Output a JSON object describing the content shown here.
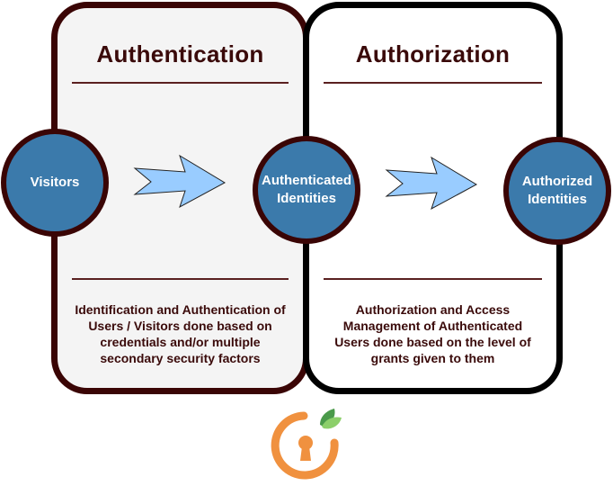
{
  "panels": {
    "authentication": {
      "title": "Authentication",
      "description": "Identification and Authentication of Users / Visitors done based on credentials and/or multiple secondary security factors",
      "description_lines": [
        "Identification and Authentication of",
        "Users / Visitors done based on",
        "credentials and/or multiple",
        "secondary security factors"
      ],
      "border_color": "#3a0505",
      "background": "#f4f4f4"
    },
    "authorization": {
      "title": "Authorization",
      "description": "Authorization and Access Management of Authenticated Users done based on the level of grants given to them",
      "description_lines": [
        "Authorization and Access",
        "Management of Authenticated",
        "Users done based on the level of",
        "grants given to them"
      ],
      "border_color": "#000000",
      "background": "#ffffff"
    }
  },
  "nodes": [
    {
      "id": "visitors",
      "label_lines": [
        "Visitors"
      ]
    },
    {
      "id": "authenticated",
      "label_lines": [
        "Authenticated",
        "Identities"
      ]
    },
    {
      "id": "authorized",
      "label_lines": [
        "Authorized",
        "Identities"
      ]
    }
  ],
  "edges": [
    {
      "from": "visitors",
      "to": "authenticated",
      "icon": "arrow-right-icon"
    },
    {
      "from": "authenticated",
      "to": "authorized",
      "icon": "arrow-right-icon"
    }
  ],
  "colors": {
    "node_fill": "#3b7aab",
    "node_border": "#3a0505",
    "arrow_fill": "#99ccff",
    "text": "#3a0a0a",
    "logo_orange": "#f0913f",
    "logo_green_light": "#8ccf6a",
    "logo_green_dark": "#4a9a4a"
  },
  "logo": {
    "icon": "keyhole-logo-icon"
  }
}
